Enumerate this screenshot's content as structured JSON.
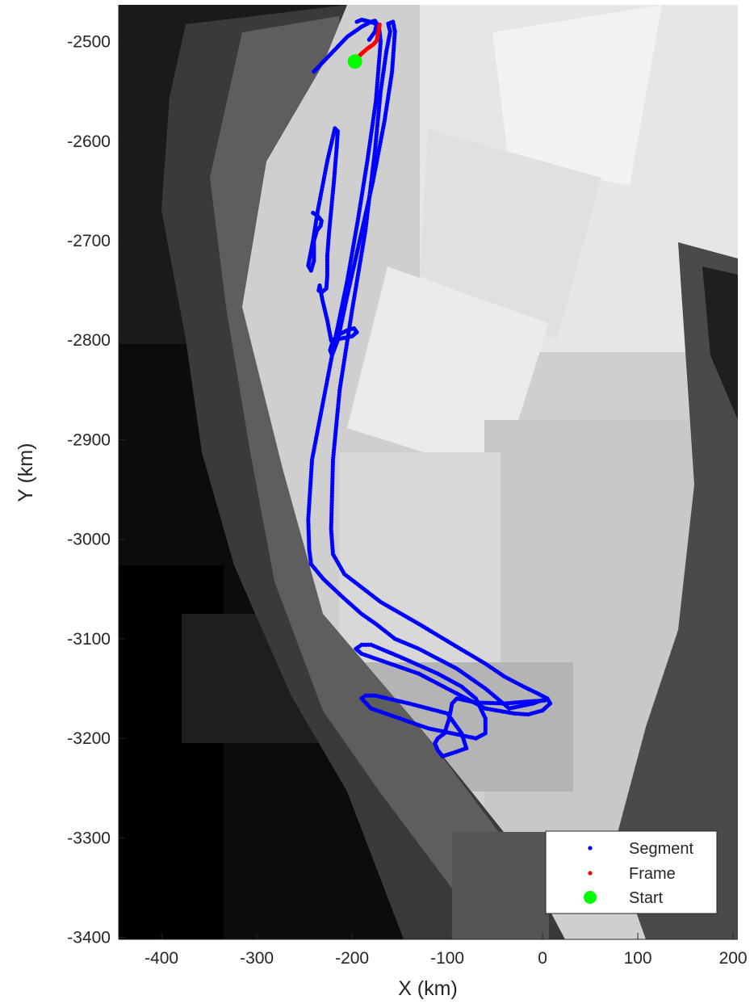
{
  "chart_data": {
    "type": "scatter",
    "title": "",
    "xlabel": "X (km)",
    "ylabel": "Y (km)",
    "xlim": [
      -445,
      205
    ],
    "ylim": [
      -3402,
      -2463
    ],
    "grid": false,
    "legend_position": "bottom-right",
    "xticks": [
      -400,
      -300,
      -200,
      -100,
      0,
      100,
      200
    ],
    "yticks": [
      -2500,
      -2600,
      -2700,
      -2800,
      -2900,
      -3000,
      -3100,
      -3200,
      -3300,
      -3400
    ],
    "xtick_labels": [
      "-400",
      "-300",
      "-200",
      "-100",
      "0",
      "100",
      "200"
    ],
    "ytick_labels": [
      "-2500",
      "-2600",
      "-2700",
      "-2800",
      "-2900",
      "-3000",
      "-3100",
      "-3200",
      "-3300",
      "-3400"
    ],
    "background": "grayscale satellite mosaic of the Greenland ice sheet (dark rock and ocean along the west coast, bright ice inland)",
    "series": [
      {
        "name": "Segment",
        "marker": "dot",
        "color": "#0000ff",
        "paths": [
          {
            "x": [
              -240,
              -220,
              -205,
              -190,
              -180,
              -176,
              -174,
              -176,
              -182
            ],
            "y": [
              -2530,
              -2510,
              -2495,
              -2485,
              -2480,
              -2479,
              -2482,
              -2490,
              -2498
            ]
          },
          {
            "x": [
              -195,
              -190,
              -185,
              -178,
              -172,
              -170,
              -175,
              -184,
              -194,
              -205,
              -218,
              -230,
              -242,
              -246,
              -245,
              -243,
              -230,
              -210,
              -190,
              -175,
              -155,
              -130,
              -90,
              -60,
              -35
            ],
            "y": [
              -2480,
              -2478,
              -2479,
              -2481,
              -2483,
              -2500,
              -2560,
              -2620,
              -2680,
              -2740,
              -2800,
              -2860,
              -2920,
              -2980,
              -3010,
              -3025,
              -3040,
              -3058,
              -3075,
              -3085,
              -3100,
              -3110,
              -3130,
              -3150,
              -3170
            ]
          },
          {
            "x": [
              -35,
              -10,
              5,
              8,
              0,
              -15,
              -30,
              -48,
              -60
            ],
            "y": [
              -3170,
              -3165,
              -3160,
              -3165,
              -3172,
              -3176,
              -3175,
              -3172,
              -3170
            ]
          },
          {
            "x": [
              -60,
              -90,
              -130,
              -160,
              -190,
              -196,
              -190,
              -180,
              -150,
              -110,
              -85,
              -70,
              -60,
              -60,
              -70
            ],
            "y": [
              -3170,
              -3155,
              -3135,
              -3125,
              -3115,
              -3110,
              -3106,
              -3106,
              -3118,
              -3135,
              -3148,
              -3160,
              -3180,
              -3195,
              -3200
            ]
          },
          {
            "x": [
              -70,
              -95,
              -120,
              -150,
              -180,
              -190,
              -186,
              -176,
              -140,
              -100,
              -85,
              -80
            ],
            "y": [
              -3200,
              -3195,
              -3190,
              -3180,
              -3170,
              -3160,
              -3157,
              -3157,
              -3165,
              -3175,
              -3195,
              -3210
            ]
          },
          {
            "x": [
              -80,
              -95,
              -105,
              -110,
              -113,
              -110,
              -103,
              -98,
              -95,
              -90,
              -80,
              -70
            ],
            "y": [
              -3210,
              -3215,
              -3218,
              -3212,
              -3205,
              -3200,
              -3195,
              -3180,
              -3165,
              -3160,
              -3162,
              -3164
            ]
          },
          {
            "x": [
              -70,
              -40,
              -15,
              2,
              5,
              -5,
              -20,
              -40,
              -60,
              -90,
              -130,
              -170,
              -208,
              -220,
              -222,
              -220,
              -213,
              -200,
              -186,
              -176,
              -170,
              -164,
              -160,
              -162
            ],
            "y": [
              -3164,
              -3165,
              -3163,
              -3162,
              -3160,
              -3155,
              -3148,
              -3138,
              -3125,
              -3108,
              -3085,
              -3063,
              -3035,
              -3015,
              -2990,
              -2920,
              -2850,
              -2770,
              -2690,
              -2610,
              -2550,
              -2510,
              -2490,
              -2482
            ]
          },
          {
            "x": [
              -162,
              -157,
              -155,
              -158,
              -166,
              -178,
              -192,
              -205,
              -215,
              -221,
              -223,
              -220,
              -215
            ],
            "y": [
              -2482,
              -2480,
              -2490,
              -2530,
              -2580,
              -2640,
              -2700,
              -2755,
              -2800,
              -2815,
              -2810,
              -2800,
              -2795
            ]
          },
          {
            "x": [
              -215,
              -205,
              -198,
              -195,
              -200,
              -210,
              -222
            ],
            "y": [
              -2795,
              -2790,
              -2788,
              -2792,
              -2796,
              -2798,
              -2800
            ]
          },
          {
            "x": [
              -222,
              -226,
              -231,
              -234,
              -235,
              -232,
              -227,
              -226,
              -226
            ],
            "y": [
              -2800,
              -2780,
              -2760,
              -2745,
              -2750,
              -2752,
              -2748,
              -2735,
              -2715
            ]
          },
          {
            "x": [
              -226,
              -224,
              -219,
              -216,
              -215,
              -218,
              -226,
              -236,
              -241,
              -244,
              -246,
              -243,
              -240,
              -240
            ],
            "y": [
              -2715,
              -2690,
              -2640,
              -2605,
              -2590,
              -2587,
              -2620,
              -2670,
              -2700,
              -2715,
              -2725,
              -2730,
              -2720,
              -2700
            ]
          },
          {
            "x": [
              -240,
              -237,
              -233,
              -232,
              -236,
              -241
            ],
            "y": [
              -2700,
              -2690,
              -2685,
              -2680,
              -2675,
              -2672
            ]
          }
        ]
      },
      {
        "name": "Frame",
        "marker": "dot",
        "color": "#ff0000",
        "x": [
          -196,
          -190,
          -184,
          -178,
          -174,
          -173,
          -172,
          -171
        ],
        "y": [
          -2518,
          -2512,
          -2507,
          -2503,
          -2499,
          -2493,
          -2488,
          -2483
        ]
      },
      {
        "name": "Start",
        "marker": "circle",
        "color": "#00ff00",
        "x": [
          -197
        ],
        "y": [
          -2520
        ]
      }
    ],
    "legend": [
      "Segment",
      "Frame",
      "Start"
    ]
  }
}
